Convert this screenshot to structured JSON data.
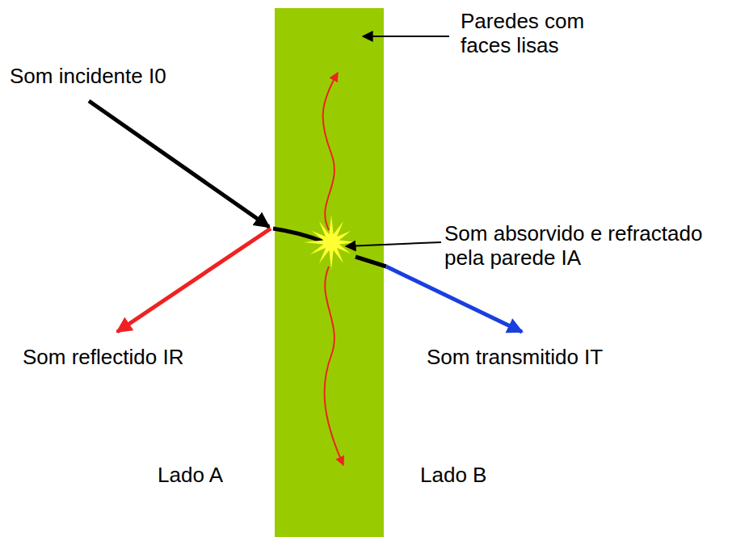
{
  "diagram": {
    "labels": [
      "Paredes com faces lisas",
      "Som incidente I0",
      "Som absorvido e refractado pela parede IA",
      "Som reflectido IR",
      "Som transmitido IT",
      "Lado A",
      "Lado B"
    ]
  }
}
